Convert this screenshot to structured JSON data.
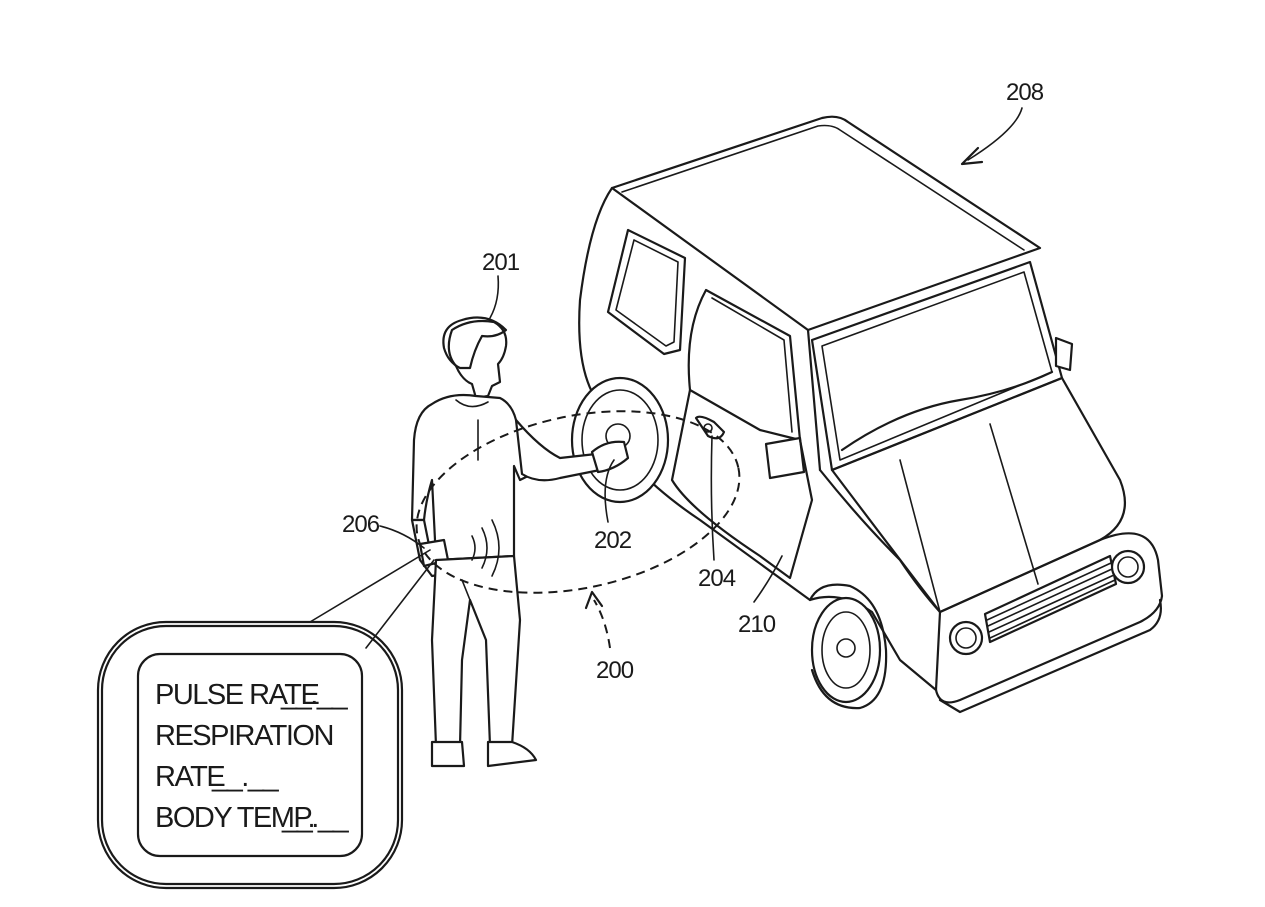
{
  "labels": {
    "system": "200",
    "user": "201",
    "handle_sensor": "202",
    "door_handle": "204",
    "wearable": "206",
    "vehicle": "208",
    "door": "210"
  },
  "display": {
    "line1": "PULSE RATE",
    "line1_blank": "__.__",
    "line2": "RESPIRATION",
    "line3": "RATE",
    "line3_blank": "__.__",
    "line4": "BODY TEMP.",
    "line4_blank": "__.__"
  }
}
